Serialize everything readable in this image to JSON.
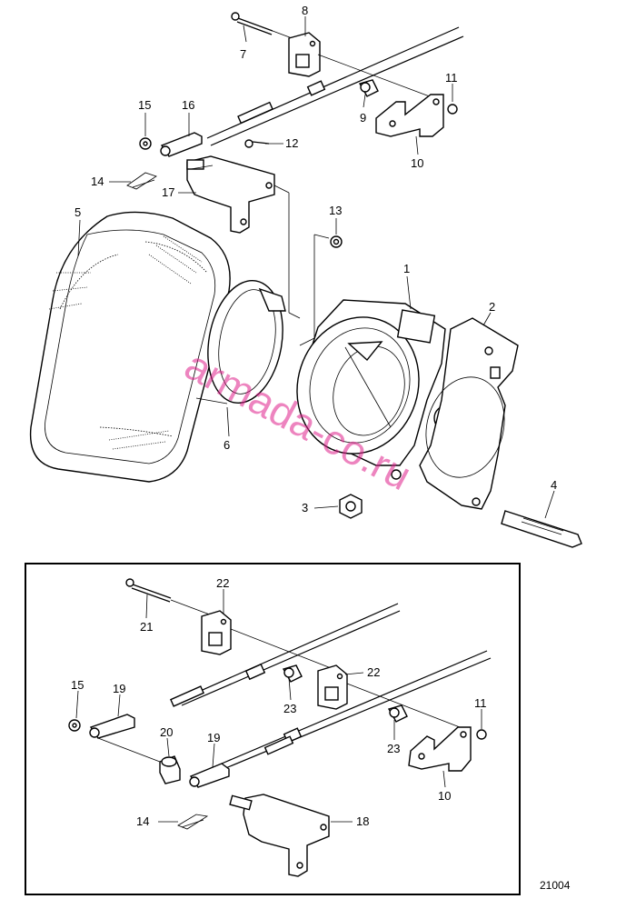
{
  "labels": {
    "l1": "1",
    "l2": "2",
    "l3": "3",
    "l4": "4",
    "l5": "5",
    "l6": "6",
    "l7": "7",
    "l8": "8",
    "l9": "9",
    "l10": "10",
    "l11": "11",
    "l12": "12",
    "l13": "13",
    "l14": "14",
    "l15": "15",
    "l16": "16",
    "l17": "17",
    "i21": "21",
    "i22a": "22",
    "i22b": "22",
    "i15": "15",
    "i19a": "19",
    "i23a": "23",
    "i23b": "23",
    "i11": "11",
    "i20": "20",
    "i19b": "19",
    "i10": "10",
    "i14": "14",
    "i18": "18"
  },
  "watermark": "armada-co.ru",
  "figure_number": "21004"
}
